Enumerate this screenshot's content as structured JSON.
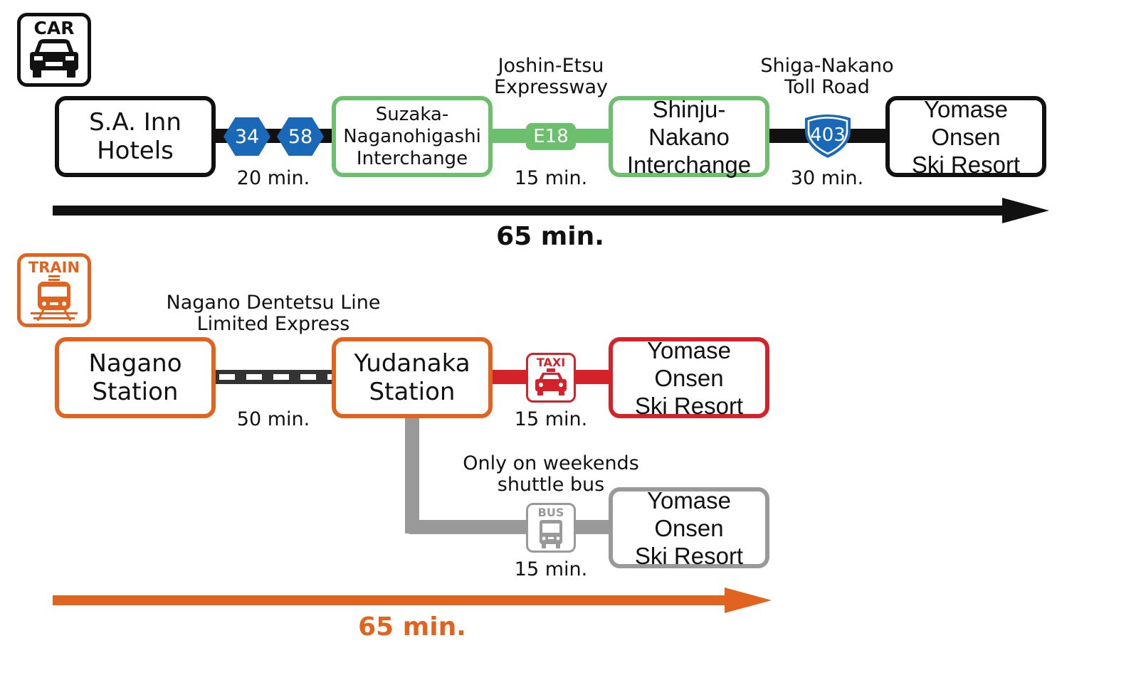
{
  "colors": {
    "car": "#111111",
    "expressway": "#6cbf6c",
    "train": "#e0641f",
    "taxi": "#d3222a",
    "bus": "#999999",
    "route_badge": "#1a68b8"
  },
  "car": {
    "mode_label": "CAR",
    "start": {
      "line1": "S.A. Inn",
      "line2": "Hotels"
    },
    "route_badges": [
      "34",
      "58"
    ],
    "seg1_time": "20 min.",
    "interchange1": {
      "line1": "Suzaka-",
      "line2": "Naganohigashi",
      "line3": "Interchange"
    },
    "expressway": {
      "line1": "Joshin-Etsu",
      "line2": "Expressway",
      "badge": "E18"
    },
    "seg2_time": "15 min.",
    "interchange2": {
      "line1": "Shinju-Nakano",
      "line2": "Interchange"
    },
    "toll_road": {
      "line1": "Shiga-Nakano",
      "line2": "Toll Road",
      "badge": "403"
    },
    "seg3_time": "30 min.",
    "destination": {
      "line1": "Yomase Onsen",
      "line2": "Ski Resort"
    },
    "total": "65 min."
  },
  "train": {
    "mode_label": "TRAIN",
    "start": {
      "line1": "Nagano",
      "line2": "Station"
    },
    "line_name": {
      "line1": "Nagano Dentetsu Line",
      "line2": "Limited Express"
    },
    "seg1_time": "50 min.",
    "transfer": {
      "line1": "Yudanaka",
      "line2": "Station"
    },
    "taxi": {
      "icon_label": "TAXI",
      "time": "15 min.",
      "destination": {
        "line1": "Yomase Onsen",
        "line2": "Ski Resort"
      }
    },
    "bus": {
      "icon_label": "BUS",
      "note_line1": "Only on weekends",
      "note_line2": "shuttle bus",
      "time": "15 min.",
      "destination": {
        "line1": "Yomase Onsen",
        "line2": "Ski Resort"
      }
    },
    "total": "65 min."
  }
}
